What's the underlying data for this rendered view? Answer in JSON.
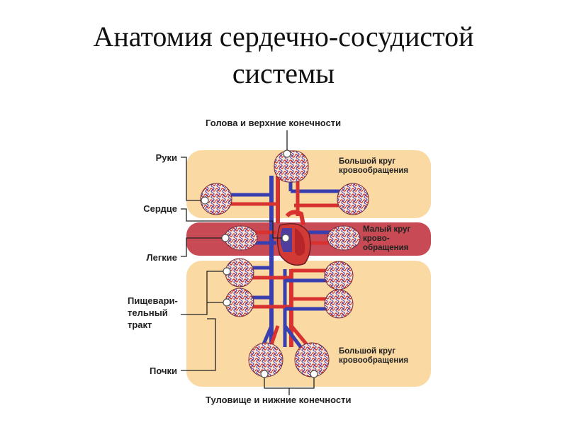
{
  "title": {
    "line1": "Анатомия сердечно-сосудистой",
    "line2": "системы"
  },
  "labels": {
    "head": "Голова и верхние конечности",
    "arms": "Руки",
    "heart": "Сердце",
    "lungs": "Легкие",
    "digestive_1": "Пищевари-",
    "digestive_2": "тельный",
    "digestive_3": "тракт",
    "kidneys": "Почки",
    "trunk": "Туловище и нижние конечности",
    "systemic_top_1": "Большой круг",
    "systemic_top_2": "кровообращения",
    "pulmonary_1": "Малый круг",
    "pulmonary_2": "крово-",
    "pulmonary_3": "обращения",
    "systemic_bottom_1": "Большой круг",
    "systemic_bottom_2": "кровообращения"
  },
  "colors": {
    "systemic_bg": "#fbd9a3",
    "pulmonary_bg": "#c84a54",
    "artery": "#d7322f",
    "vein": "#3a3fb0",
    "capillary_fill": "#f6e3d3",
    "text": "#222222"
  }
}
